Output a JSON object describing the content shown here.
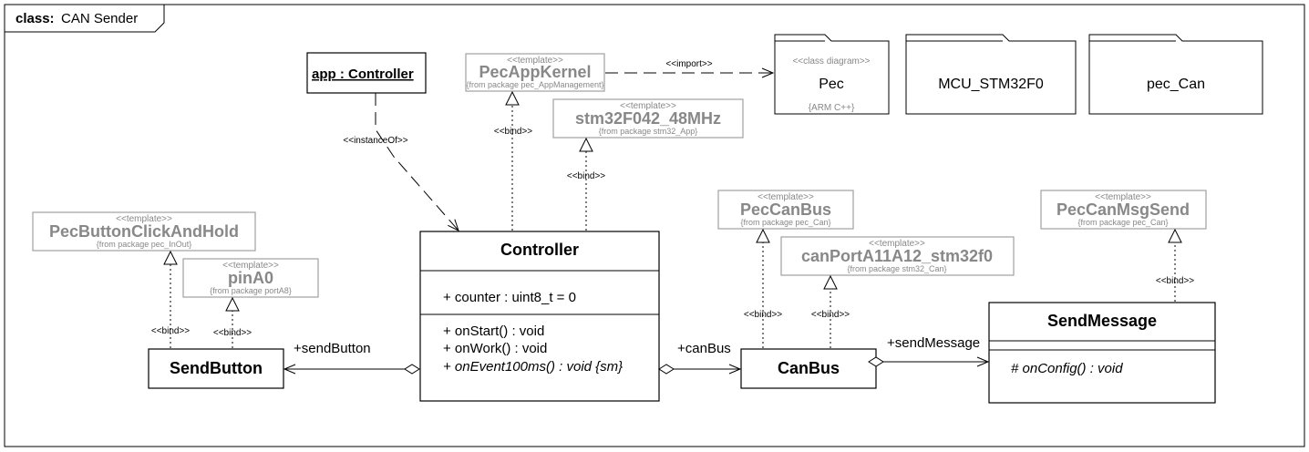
{
  "frame": {
    "keyword": "class:",
    "name": "CAN Sender"
  },
  "instance": {
    "label": "app : Controller"
  },
  "packages": [
    {
      "name": "Pec",
      "stereotype": "<<class diagram>>",
      "note": "{ARM C++}"
    },
    {
      "name": "MCU_STM32F0"
    },
    {
      "name": "pec_Can"
    }
  ],
  "templates": {
    "pecAppKernel": {
      "stereotype": "<<template>>",
      "name": "PecAppKernel",
      "from": "{from package pec_AppManagement}"
    },
    "stm32": {
      "stereotype": "<<template>>",
      "name": "stm32F042_48MHz",
      "from": "{from package stm32_App}"
    },
    "buttonClick": {
      "stereotype": "<<template>>",
      "name": "PecButtonClickAndHold",
      "from": "{from package pec_InOut}"
    },
    "pinA0": {
      "stereotype": "<<template>>",
      "name": "pinA0",
      "from": "{from package portA8}"
    },
    "pecCanBus": {
      "stereotype": "<<template>>",
      "name": "PecCanBus",
      "from": "{from package pec_Can}"
    },
    "canPort": {
      "stereotype": "<<template>>",
      "name": "canPortA11A12_stm32f0",
      "from": "{from package stm32_Can}"
    },
    "pecCanMsgSend": {
      "stereotype": "<<template>>",
      "name": "PecCanMsgSend",
      "from": "{from package pec_Can}"
    }
  },
  "classes": {
    "controller": {
      "name": "Controller",
      "attributes": [
        "+ counter : uint8_t = 0"
      ],
      "operations": [
        "+ onStart() : void",
        "+ onWork() : void",
        "+ onEvent100ms() : void {sm}"
      ]
    },
    "sendButton": {
      "name": "SendButton"
    },
    "canBus": {
      "name": "CanBus"
    },
    "sendMessage": {
      "name": "SendMessage",
      "operations": [
        "# onConfig() : void"
      ]
    }
  },
  "relations": {
    "import": "<<import>>",
    "instanceOf": "<<instanceOf>>",
    "bind": "<<bind>>"
  },
  "roles": {
    "sendButton": "+sendButton",
    "canBus": "+canBus",
    "sendMessage": "+sendMessage"
  }
}
